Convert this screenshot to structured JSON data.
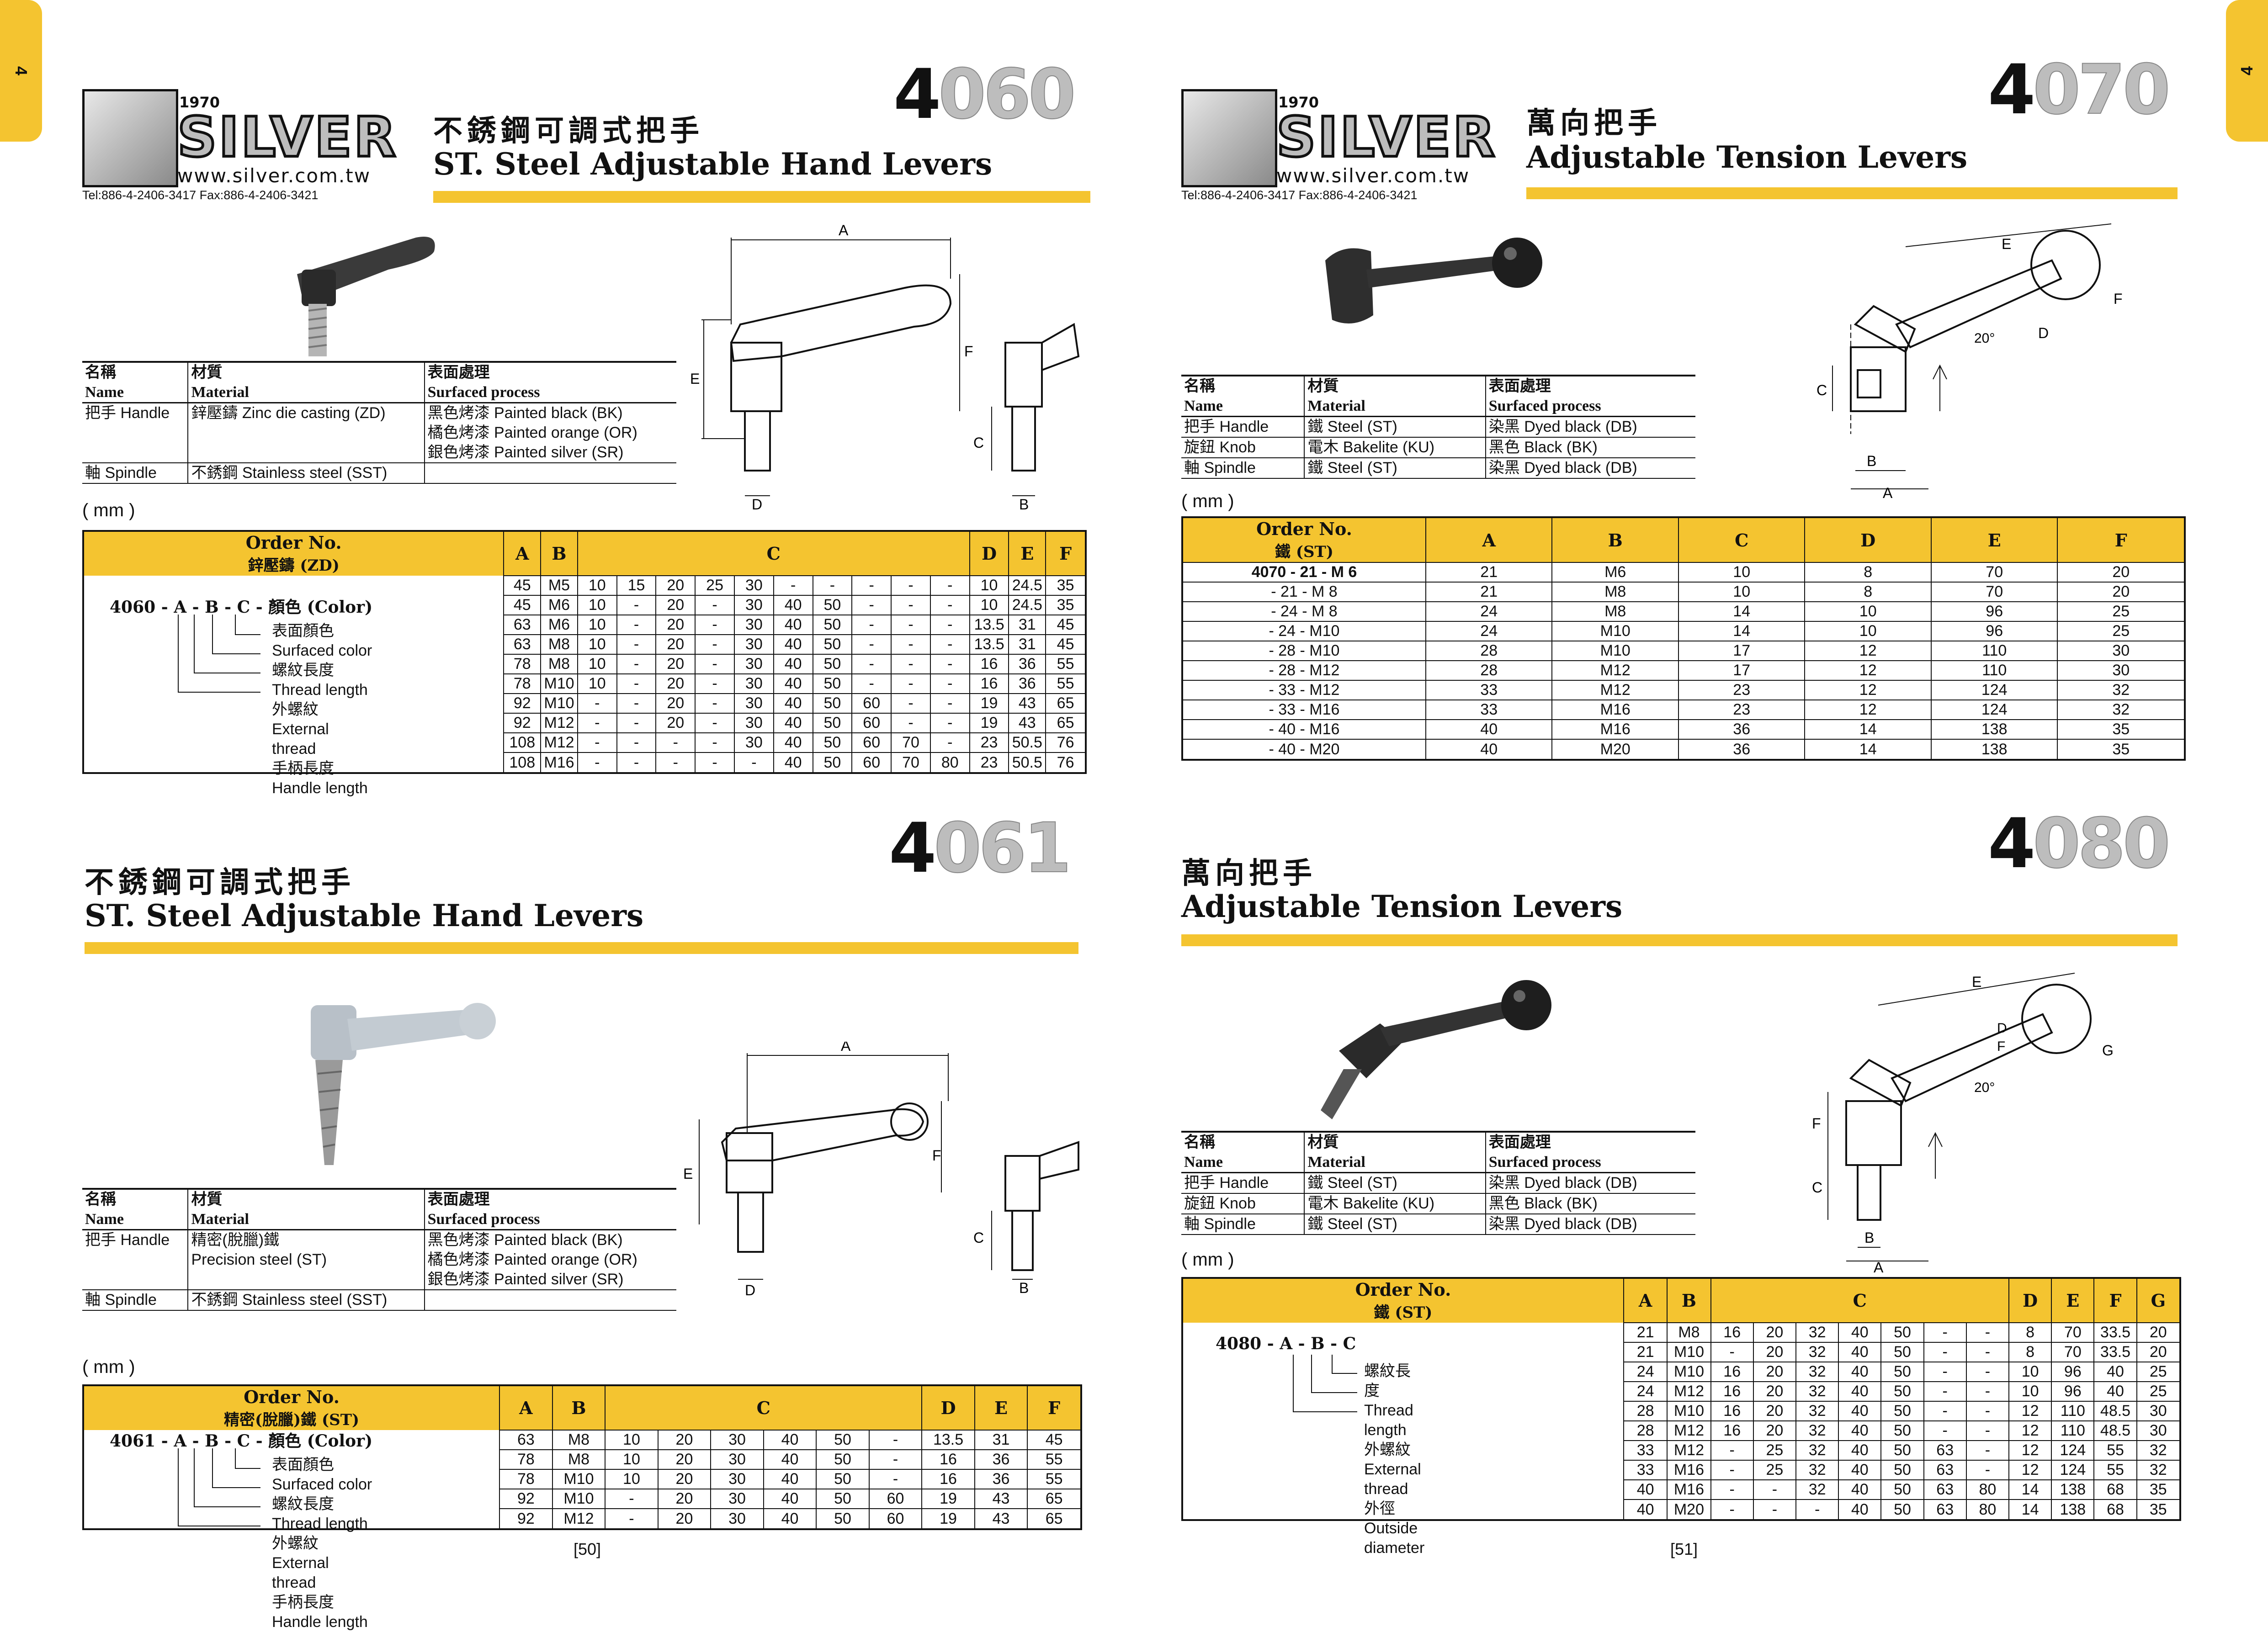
{
  "brand": {
    "year": "1970",
    "word": "SILVER",
    "url": "www.silver.com.tw",
    "contact": "Tel:886-4-2406-3417  Fax:886-4-2406-3421"
  },
  "side_tab": "4",
  "mm": "( mm )",
  "headers": {
    "zh_name": "名稱",
    "en_name": "Name",
    "zh_material": "材質",
    "en_material": "Material",
    "zh_surface": "表面處理",
    "en_surface": "Surfaced process"
  },
  "order_label": "Order No.",
  "p4060": {
    "code_a": "4",
    "code_b": "060",
    "zh_title": "不銹鋼可調式把手",
    "en_title": "ST. Steel Adjustable Hand Levers",
    "materials": [
      {
        "name": "把手 Handle",
        "material": "鋅壓鑄 Zinc die casting (ZD)",
        "surface": [
          "黑色烤漆 Painted black (BK)",
          "橘色烤漆 Painted orange (OR)",
          "銀色烤漆 Painted silver (SR)"
        ]
      },
      {
        "name": "軸 Spindle",
        "material": "不銹鋼 Stainless steel (SST)",
        "surface": [
          ""
        ]
      }
    ],
    "order_sub": "鋅壓鑄 (ZD)",
    "cols": [
      "A",
      "B",
      "C",
      "D",
      "E",
      "F"
    ],
    "pn": "4060 - A - B - C - 顏色 (Color)",
    "legend": [
      "表面顏色 Surfaced color",
      "螺紋長度 Thread length",
      "外螺紋 External thread",
      "手柄長度 Handle length"
    ],
    "rows": [
      [
        "45",
        "M5",
        "10",
        "15",
        "20",
        "25",
        "30",
        "-",
        "-",
        "-",
        "-",
        "-",
        "10",
        "24.5",
        "35"
      ],
      [
        "45",
        "M6",
        "10",
        "-",
        "20",
        "-",
        "30",
        "40",
        "50",
        "-",
        "-",
        "-",
        "10",
        "24.5",
        "35"
      ],
      [
        "63",
        "M6",
        "10",
        "-",
        "20",
        "-",
        "30",
        "40",
        "50",
        "-",
        "-",
        "-",
        "13.5",
        "31",
        "45"
      ],
      [
        "63",
        "M8",
        "10",
        "-",
        "20",
        "-",
        "30",
        "40",
        "50",
        "-",
        "-",
        "-",
        "13.5",
        "31",
        "45"
      ],
      [
        "78",
        "M8",
        "10",
        "-",
        "20",
        "-",
        "30",
        "40",
        "50",
        "-",
        "-",
        "-",
        "16",
        "36",
        "55"
      ],
      [
        "78",
        "M10",
        "10",
        "-",
        "20",
        "-",
        "30",
        "40",
        "50",
        "-",
        "-",
        "-",
        "16",
        "36",
        "55"
      ],
      [
        "92",
        "M10",
        "-",
        "-",
        "20",
        "-",
        "30",
        "40",
        "50",
        "60",
        "-",
        "-",
        "19",
        "43",
        "65"
      ],
      [
        "92",
        "M12",
        "-",
        "-",
        "20",
        "-",
        "30",
        "40",
        "50",
        "60",
        "-",
        "-",
        "19",
        "43",
        "65"
      ],
      [
        "108",
        "M12",
        "-",
        "-",
        "-",
        "-",
        "30",
        "40",
        "50",
        "60",
        "70",
        "-",
        "23",
        "50.5",
        "76"
      ],
      [
        "108",
        "M16",
        "-",
        "-",
        "-",
        "-",
        "-",
        "40",
        "50",
        "60",
        "70",
        "80",
        "23",
        "50.5",
        "76"
      ]
    ]
  },
  "p4061": {
    "code_a": "4",
    "code_b": "061",
    "zh_title": "不銹鋼可調式把手",
    "en_title": "ST. Steel Adjustable Hand Levers",
    "materials": [
      {
        "name": "把手 Handle",
        "material": "精密(脫臘)鐵",
        "material2": "Precision steel (ST)",
        "surface": [
          "黑色烤漆 Painted black (BK)",
          "橘色烤漆 Painted orange (OR)",
          "銀色烤漆 Painted silver (SR)"
        ]
      },
      {
        "name": "軸 Spindle",
        "material": "不銹鋼 Stainless steel (SST)",
        "surface": [
          ""
        ]
      }
    ],
    "order_sub": "精密(脫臘)鐵 (ST)",
    "cols": [
      "A",
      "B",
      "C",
      "D",
      "E",
      "F"
    ],
    "pn": "4061 - A - B - C - 顏色 (Color)",
    "legend": [
      "表面顏色 Surfaced color",
      "螺紋長度 Thread length",
      "外螺紋 External thread",
      "手柄長度 Handle length"
    ],
    "rows": [
      [
        "63",
        "M8",
        "10",
        "20",
        "30",
        "40",
        "50",
        "-",
        "13.5",
        "31",
        "45"
      ],
      [
        "78",
        "M8",
        "10",
        "20",
        "30",
        "40",
        "50",
        "-",
        "16",
        "36",
        "55"
      ],
      [
        "78",
        "M10",
        "10",
        "20",
        "30",
        "40",
        "50",
        "-",
        "16",
        "36",
        "55"
      ],
      [
        "92",
        "M10",
        "-",
        "20",
        "30",
        "40",
        "50",
        "60",
        "19",
        "43",
        "65"
      ],
      [
        "92",
        "M12",
        "-",
        "20",
        "30",
        "40",
        "50",
        "60",
        "19",
        "43",
        "65"
      ]
    ]
  },
  "p4070": {
    "code_a": "4",
    "code_b": "070",
    "zh_title": "萬向把手",
    "en_title": "Adjustable Tension Levers",
    "materials": [
      {
        "name": "把手 Handle",
        "material": "鐵 Steel (ST)",
        "surface": [
          "染黑 Dyed black (DB)"
        ]
      },
      {
        "name": "旋鈕 Knob",
        "material": "電木 Bakelite (KU)",
        "surface": [
          "黑色 Black (BK)"
        ]
      },
      {
        "name": "軸 Spindle",
        "material": "鐵 Steel (ST)",
        "surface": [
          "染黑 Dyed black (DB)"
        ]
      }
    ],
    "order_sub": "鐵 (ST)",
    "cols": [
      "A",
      "B",
      "C",
      "D",
      "E",
      "F"
    ],
    "rows": [
      [
        "4070 - 21 - M 6",
        "21",
        "M6",
        "10",
        "8",
        "70",
        "20"
      ],
      [
        "- 21 - M 8",
        "21",
        "M8",
        "10",
        "8",
        "70",
        "20"
      ],
      [
        "- 24 - M 8",
        "24",
        "M8",
        "14",
        "10",
        "96",
        "25"
      ],
      [
        "- 24 - M10",
        "24",
        "M10",
        "14",
        "10",
        "96",
        "25"
      ],
      [
        "- 28 - M10",
        "28",
        "M10",
        "17",
        "12",
        "110",
        "30"
      ],
      [
        "- 28 - M12",
        "28",
        "M12",
        "17",
        "12",
        "110",
        "30"
      ],
      [
        "- 33 - M12",
        "33",
        "M12",
        "23",
        "12",
        "124",
        "32"
      ],
      [
        "- 33 - M16",
        "33",
        "M16",
        "23",
        "12",
        "124",
        "32"
      ],
      [
        "- 40 - M16",
        "40",
        "M16",
        "36",
        "14",
        "138",
        "35"
      ],
      [
        "- 40 - M20",
        "40",
        "M20",
        "36",
        "14",
        "138",
        "35"
      ]
    ]
  },
  "p4080": {
    "code_a": "4",
    "code_b": "080",
    "zh_title": "萬向把手",
    "en_title": "Adjustable Tension Levers",
    "materials": [
      {
        "name": "把手 Handle",
        "material": "鐵 Steel (ST)",
        "surface": [
          "染黑 Dyed black (DB)"
        ]
      },
      {
        "name": "旋鈕 Knob",
        "material": "電木 Bakelite (KU)",
        "surface": [
          "黑色 Black (BK)"
        ]
      },
      {
        "name": "軸 Spindle",
        "material": "鐵 Steel (ST)",
        "surface": [
          "染黑 Dyed black (DB)"
        ]
      }
    ],
    "order_sub": "鐵 (ST)",
    "cols": [
      "A",
      "B",
      "C",
      "D",
      "E",
      "F",
      "G"
    ],
    "pn": "4080 - A - B - C",
    "legend": [
      "螺紋長度 Thread length",
      "外螺紋 External thread",
      "外徑 Outside diameter"
    ],
    "rows": [
      [
        "21",
        "M8",
        "16",
        "20",
        "32",
        "40",
        "50",
        "-",
        "-",
        "8",
        "70",
        "33.5",
        "20"
      ],
      [
        "21",
        "M10",
        "-",
        "20",
        "32",
        "40",
        "50",
        "-",
        "-",
        "8",
        "70",
        "33.5",
        "20"
      ],
      [
        "24",
        "M10",
        "16",
        "20",
        "32",
        "40",
        "50",
        "-",
        "-",
        "10",
        "96",
        "40",
        "25"
      ],
      [
        "24",
        "M12",
        "16",
        "20",
        "32",
        "40",
        "50",
        "-",
        "-",
        "10",
        "96",
        "40",
        "25"
      ],
      [
        "28",
        "M10",
        "16",
        "20",
        "32",
        "40",
        "50",
        "-",
        "-",
        "12",
        "110",
        "48.5",
        "30"
      ],
      [
        "28",
        "M12",
        "16",
        "20",
        "32",
        "40",
        "50",
        "-",
        "-",
        "12",
        "110",
        "48.5",
        "30"
      ],
      [
        "33",
        "M12",
        "-",
        "25",
        "32",
        "40",
        "50",
        "63",
        "-",
        "12",
        "124",
        "55",
        "32"
      ],
      [
        "33",
        "M16",
        "-",
        "25",
        "32",
        "40",
        "50",
        "63",
        "-",
        "12",
        "124",
        "55",
        "32"
      ],
      [
        "40",
        "M16",
        "-",
        "-",
        "32",
        "40",
        "50",
        "63",
        "80",
        "14",
        "138",
        "68",
        "35"
      ],
      [
        "40",
        "M20",
        "-",
        "-",
        "-",
        "40",
        "50",
        "63",
        "80",
        "14",
        "138",
        "68",
        "35"
      ]
    ]
  },
  "diagram": {
    "A": "A",
    "B": "B",
    "C": "C",
    "D": "D",
    "E": "E",
    "F": "F",
    "G": "G",
    "angle": "20°"
  },
  "pages": {
    "left": "[50]",
    "right": "[51]"
  }
}
